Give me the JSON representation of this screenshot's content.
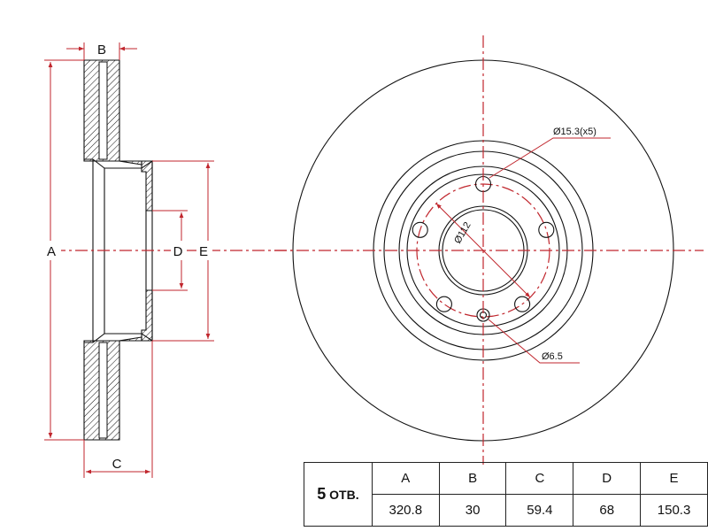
{
  "labels": {
    "a": "A",
    "b": "B",
    "c": "C",
    "d": "D",
    "e": "E",
    "pcd": "Ø112",
    "bolt_hole": "Ø15.3(x5)",
    "pin_hole": "Ø6.5"
  },
  "table": {
    "holes_count": "5",
    "holes_unit": "ОТВ.",
    "headers": [
      "A",
      "B",
      "C",
      "D",
      "E"
    ],
    "values": [
      "320.8",
      "30",
      "59.4",
      "68",
      "150.3"
    ]
  },
  "colors": {
    "dimension": "#c0262d",
    "outline": "#111111"
  }
}
